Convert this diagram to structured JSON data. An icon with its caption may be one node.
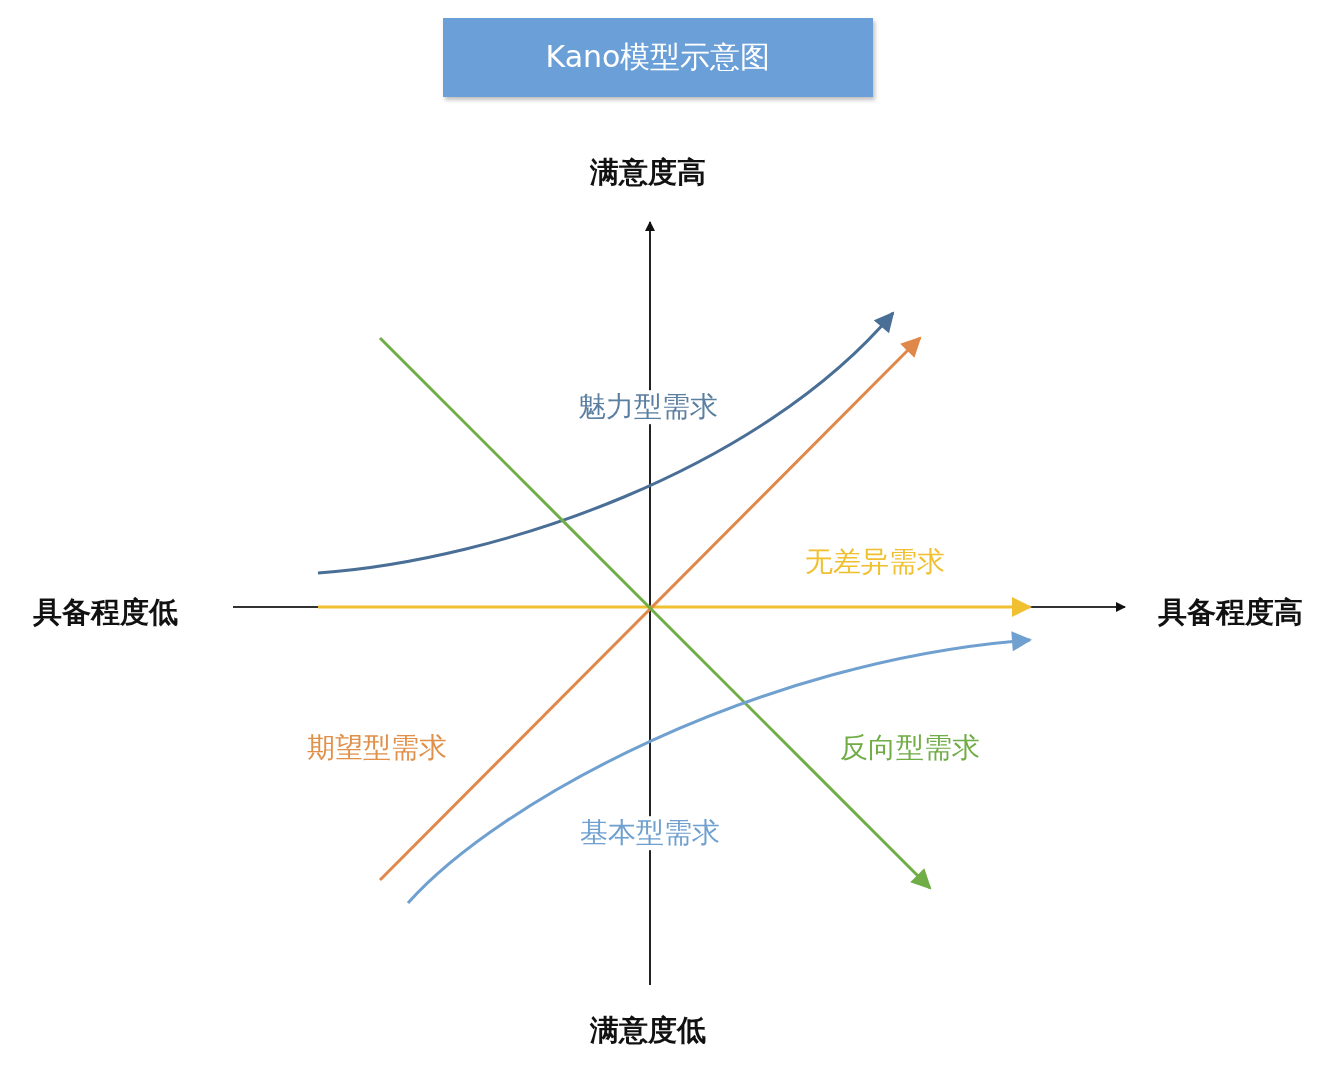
{
  "diagram": {
    "title": "Kano模型示意图",
    "labels": [
      "满意度高",
      "魅力型需求",
      "无差异需求",
      "具备程度低",
      "具备程度高",
      "期望型需求",
      "反向型需求",
      "基本型需求",
      "满意度低"
    ]
  }
}
